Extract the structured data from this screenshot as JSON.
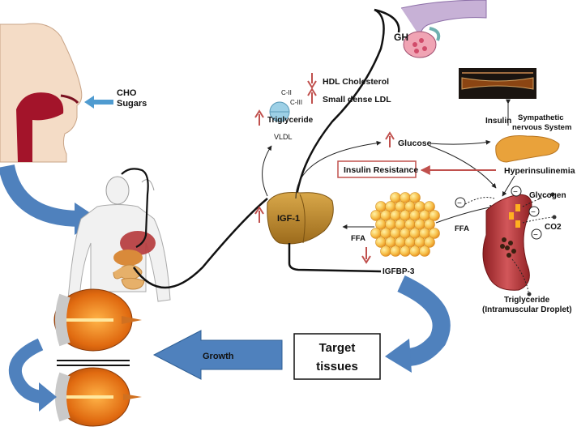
{
  "labels": {
    "cho_sugars_1": "CHO",
    "cho_sugars_2": "Sugars",
    "gh": "GH",
    "hdl": "HDL Cholesterol",
    "ldl": "Small dense LDL",
    "c2": "C-II",
    "c3": "C-III",
    "triglyceride": "Triglyceride",
    "vldl": "VLDL",
    "insulin": "Insulin",
    "sympathetic_1": "Sympathetic",
    "sympathetic_2": "nervous System",
    "glucose": "Glucose",
    "insulin_resistance": "Insulin Resistance",
    "hyperinsulinemia": "Hyperinsulinemia",
    "igf1": "IGF-1",
    "ffa_left": "FFA",
    "ffa_right": "FFA",
    "igfbp3": "IGFBP-3",
    "glycogen": "Glycogen",
    "co2": "CO2",
    "tg_droplet_1": "Triglyceride",
    "tg_droplet_2": "(Intramuscular Droplet)",
    "growth": "Growth",
    "target_1": "Target",
    "target_2": "tissues",
    "minus": "−"
  },
  "colors": {
    "arrow_blue": "#4f81bd",
    "arrow_blue_dark": "#2f5f95",
    "red_arrow": "#c0504d",
    "liver": "#b8862e",
    "tongue": "#a3142a",
    "skin": "#f4dcc6",
    "fat": "#f3a830",
    "muscle": "#b5373a",
    "pancreas": "#e9a23b"
  }
}
